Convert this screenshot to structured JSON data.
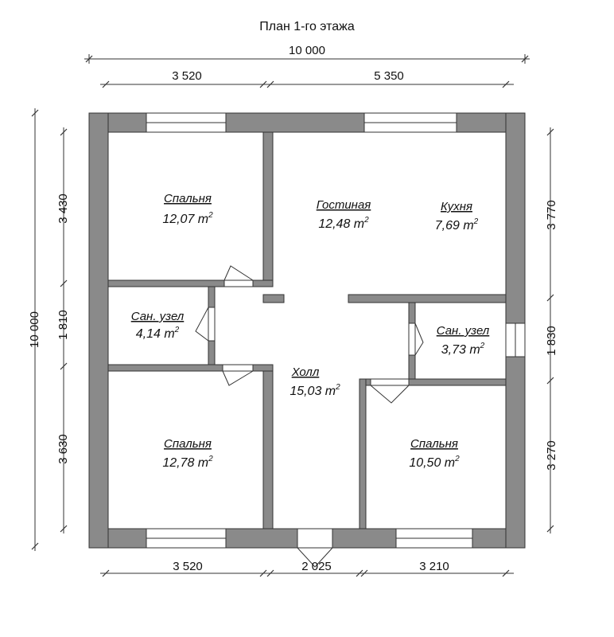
{
  "title": "План 1-го этажа",
  "dimensions": {
    "top_total": "10 000",
    "top_left": "3 520",
    "top_right": "5 350",
    "left_total": "10 000",
    "left_top": "3 430",
    "left_mid": "1 810",
    "left_bottom": "3 630",
    "right_top": "3 770",
    "right_mid": "1 830",
    "right_bottom": "3 270",
    "bottom_left": "3 520",
    "bottom_mid": "2 025",
    "bottom_right": "3 210"
  },
  "rooms": {
    "bedroom_nw": {
      "name": "Спальня",
      "area": "12,07 m",
      "sup": "2"
    },
    "living": {
      "name": "Гостиная",
      "area": "12,48 m",
      "sup": "2"
    },
    "kitchen": {
      "name": "Кухня",
      "area": "7,69 m",
      "sup": "2"
    },
    "bath_w": {
      "name": "Сан. узел",
      "area": "4,14 m",
      "sup": "2"
    },
    "hall": {
      "name": "Холл",
      "area": "15,03 m",
      "sup": "2"
    },
    "bath_e": {
      "name": "Сан. узел",
      "area": "3,73 m",
      "sup": "2"
    },
    "bedroom_sw": {
      "name": "Спальня",
      "area": "12,78 m",
      "sup": "2"
    },
    "bedroom_se": {
      "name": "Спальня",
      "area": "10,50 m",
      "sup": "2"
    }
  },
  "colors": {
    "wall": "#8a8a8a",
    "background": "#ffffff"
  }
}
